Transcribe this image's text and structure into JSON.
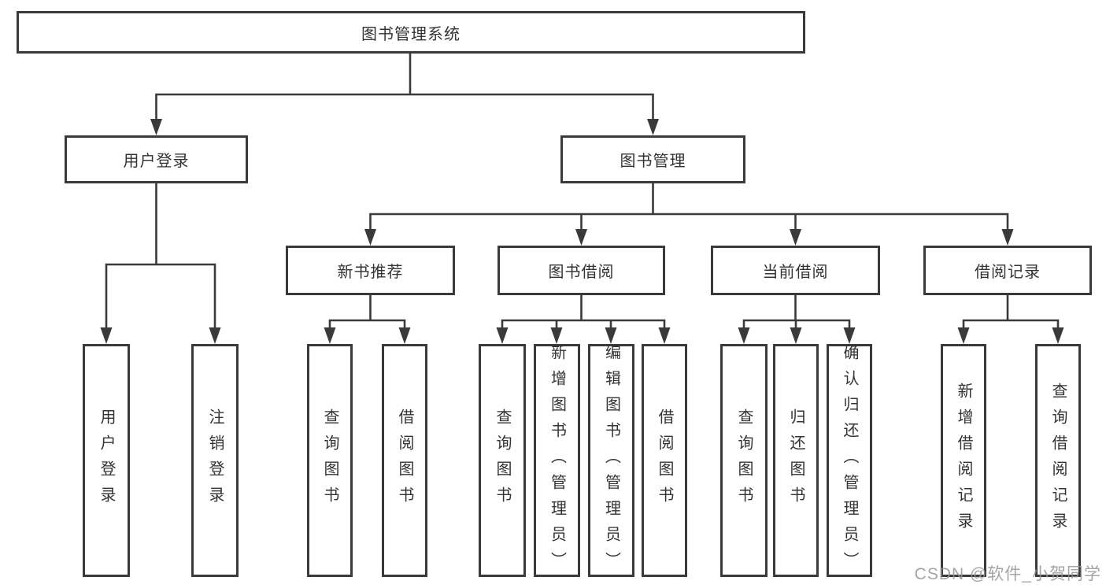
{
  "diagram": {
    "root": "图书管理系统",
    "level2": [
      "用户登录",
      "图书管理"
    ],
    "level3": [
      "新书推荐",
      "图书借阅",
      "当前借阅",
      "借阅记录"
    ],
    "leaves_login": [
      "用户登录",
      "注销登录"
    ],
    "leaves_newbook": [
      "查询图书",
      "借阅图书"
    ],
    "leaves_borrow": [
      "查询图书",
      "新增图书（管理员）",
      "编辑图书（管理员）",
      "借阅图书"
    ],
    "leaves_current": [
      "查询图书",
      "归还图书",
      "确认归还（管理员）"
    ],
    "leaves_records": [
      "新增借阅记录",
      "查询借阅记录"
    ]
  },
  "watermark": "CSDN @软件_小贺同学",
  "colors": {
    "line": "#3a3a3a",
    "text": "#333333",
    "background": "#ffffff",
    "watermark": "#949494"
  }
}
